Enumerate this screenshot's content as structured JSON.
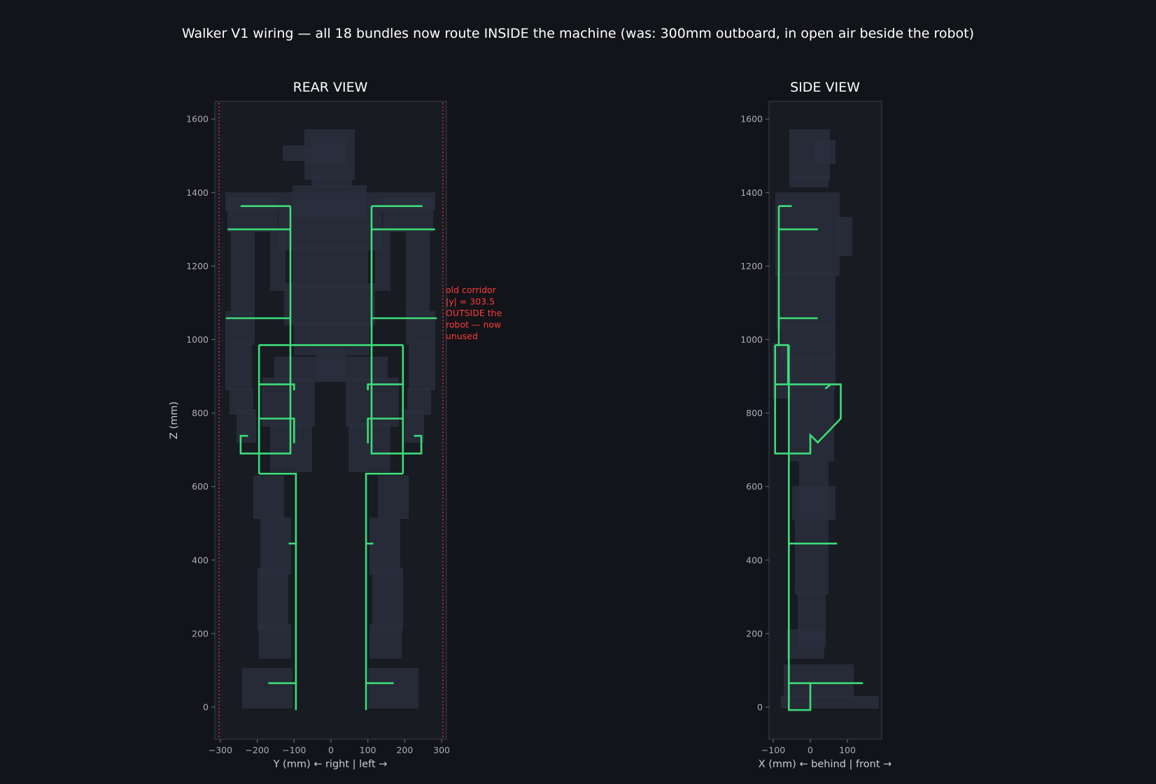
{
  "figure": {
    "title": "Walker V1 wiring — all 18 bundles now route INSIDE the machine (was: 300mm outboard, in open air beside the robot)",
    "colors": {
      "background": "#121419",
      "panel": "#181b22",
      "robot_body": "#2a2f3c",
      "wire": "#3ddc78",
      "old_corridor": "#e0323a"
    }
  },
  "rear_view": {
    "title": "REAR VIEW",
    "xlabel": "Y  (mm)   ← right | left →",
    "ylabel": "Z  (mm)",
    "xlim": [
      -310,
      312
    ],
    "ylim": [
      -85,
      1650
    ],
    "xticks": [
      "−300",
      "−200",
      "−100",
      "0",
      "100",
      "200",
      "300"
    ],
    "yticks": [
      "0",
      "200",
      "400",
      "600",
      "800",
      "1000",
      "1200",
      "1400",
      "1600"
    ],
    "old_corridor": {
      "y": 303.5,
      "note_lines": [
        "old corridor",
        "|y| = 303.5",
        "OUTSIDE the",
        "robot — now",
        "unused"
      ]
    },
    "wire_polylines_mm": [
      [
        [
          -110,
          1363
        ],
        [
          -245,
          1363
        ]
      ],
      [
        [
          -110,
          1300
        ],
        [
          -280,
          1300
        ]
      ],
      [
        [
          -110,
          1058
        ],
        [
          -285,
          1058
        ]
      ],
      [
        [
          -110,
          985
        ],
        [
          -110,
          1363
        ]
      ],
      [
        [
          110,
          1363
        ],
        [
          248,
          1363
        ]
      ],
      [
        [
          110,
          1300
        ],
        [
          282,
          1300
        ]
      ],
      [
        [
          110,
          1058
        ],
        [
          287,
          1058
        ]
      ],
      [
        [
          110,
          985
        ],
        [
          110,
          1363
        ]
      ],
      [
        [
          -195,
          985
        ],
        [
          195,
          985
        ]
      ],
      [
        [
          -195,
          985
        ],
        [
          -195,
          635
        ]
      ],
      [
        [
          195,
          985
        ],
        [
          195,
          635
        ]
      ],
      [
        [
          -195,
          878
        ],
        [
          -100,
          878
        ],
        [
          -100,
          862
        ]
      ],
      [
        [
          195,
          878
        ],
        [
          100,
          878
        ],
        [
          100,
          862
        ]
      ],
      [
        [
          -195,
          785
        ],
        [
          -100,
          785
        ],
        [
          -100,
          718
        ]
      ],
      [
        [
          195,
          785
        ],
        [
          100,
          785
        ],
        [
          100,
          718
        ]
      ],
      [
        [
          -225,
          738
        ],
        [
          -245,
          738
        ],
        [
          -245,
          690
        ],
        [
          -110,
          690
        ],
        [
          -110,
          985
        ]
      ],
      [
        [
          225,
          738
        ],
        [
          245,
          738
        ],
        [
          245,
          690
        ],
        [
          110,
          690
        ],
        [
          110,
          985
        ]
      ],
      [
        [
          -195,
          635
        ],
        [
          -95,
          635
        ],
        [
          -95,
          -8
        ]
      ],
      [
        [
          195,
          635
        ],
        [
          95,
          635
        ],
        [
          95,
          -8
        ]
      ],
      [
        [
          -95,
          445
        ],
        [
          -115,
          445
        ]
      ],
      [
        [
          95,
          445
        ],
        [
          115,
          445
        ]
      ],
      [
        [
          -95,
          65
        ],
        [
          -170,
          65
        ]
      ],
      [
        [
          95,
          65
        ],
        [
          170,
          65
        ]
      ]
    ]
  },
  "side_view": {
    "title": "SIDE VIEW",
    "xlabel": "X  (mm)   ← behind | front →",
    "xlim": [
      -112,
      193
    ],
    "ylim": [
      -85,
      1650
    ],
    "xticks": [
      "−100",
      "0",
      "100"
    ],
    "yticks": [
      "0",
      "200",
      "400",
      "600",
      "800",
      "1000",
      "1200",
      "1400",
      "1600"
    ],
    "wire_polylines_mm": [
      [
        [
          -85,
          1363
        ],
        [
          -50,
          1363
        ]
      ],
      [
        [
          -85,
          1363
        ],
        [
          -85,
          985
        ]
      ],
      [
        [
          -85,
          1300
        ],
        [
          20,
          1300
        ]
      ],
      [
        [
          -85,
          1058
        ],
        [
          20,
          1058
        ]
      ],
      [
        [
          -95,
          985
        ],
        [
          -60,
          985
        ],
        [
          -60,
          878
        ]
      ],
      [
        [
          -95,
          985
        ],
        [
          -95,
          878
        ],
        [
          82,
          878
        ],
        [
          82,
          785
        ],
        [
          20,
          720
        ],
        [
          0,
          740
        ],
        [
          0,
          690
        ],
        [
          -95,
          690
        ],
        [
          -95,
          878
        ]
      ],
      [
        [
          55,
          878
        ],
        [
          40,
          866
        ]
      ],
      [
        [
          -58,
          985
        ],
        [
          -58,
          -8
        ],
        [
          0,
          -8
        ],
        [
          0,
          65
        ]
      ],
      [
        [
          -58,
          445
        ],
        [
          72,
          445
        ]
      ],
      [
        [
          -58,
          65
        ],
        [
          142,
          65
        ]
      ]
    ]
  }
}
